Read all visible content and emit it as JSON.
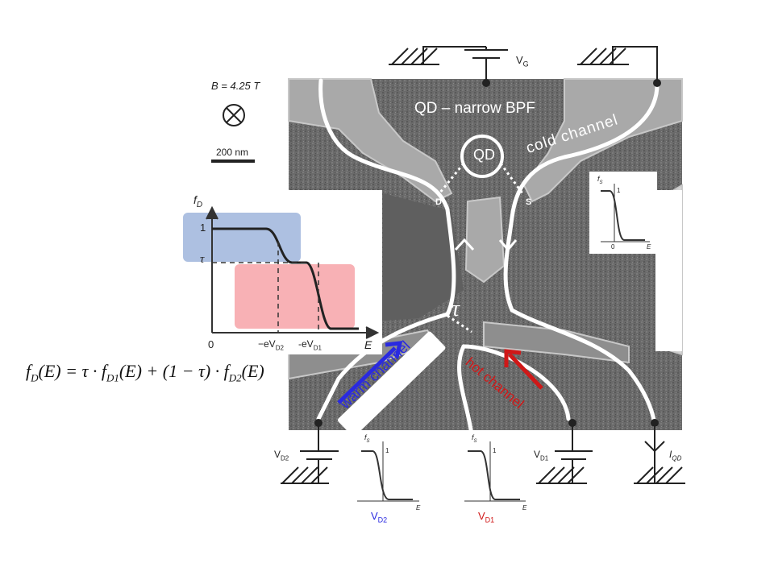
{
  "figure": {
    "field_label": "B = 4.25 T",
    "scale_label": "200 nm",
    "gate_label": "V",
    "gate_sub": "G",
    "bpf_label": "QD – narrow BPF",
    "qd_label": "QD",
    "cold_channel": "cold channel",
    "warm_channel": "warm channel",
    "hot_channel": "hot channel",
    "drain_letter": "D",
    "source_letter": "S",
    "tau_symbol": "τ",
    "vd2": "V",
    "vd2_sub": "D2",
    "vd1": "V",
    "vd1_sub": "D1",
    "iqd": "I",
    "iqd_sub": "QD",
    "colors": {
      "warm": "#2a2ae0",
      "hot": "#d01818",
      "blue_box": "#9fb5dc",
      "red_box": "#f7a8ad"
    }
  },
  "main_plot": {
    "y_label": "f",
    "y_sub": "D",
    "y_tick_1": "1",
    "y_tick_tau": "τ",
    "x_origin": "0",
    "x_tick_1": "−eV",
    "x_tick_1_sub": "D2",
    "x_tick_2": "-eV",
    "x_tick_2_sub": "D1",
    "x_label": "E"
  },
  "equation": {
    "lhs": "f",
    "lhs_sub": "D",
    "arg": "(E)",
    "eq": "= τ · f",
    "t1_sub": "D1",
    "t1_arg": "(E) + (1 − τ) · f",
    "t2_sub": "D2",
    "t2_arg": "(E)"
  },
  "small_plots": {
    "fs": "f",
    "fs_sub": "S",
    "one": "1",
    "zero": "0",
    "e": "E",
    "bottom_left_label": "V",
    "bottom_left_sub": "D2",
    "bottom_right_label": "V",
    "bottom_right_sub": "D1"
  }
}
